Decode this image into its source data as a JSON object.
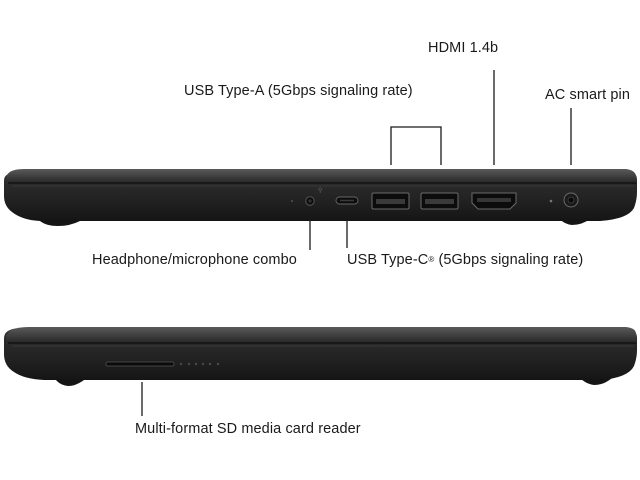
{
  "right_side_view": {
    "labels": {
      "hdmi": "HDMI 1.4b",
      "usb_a": "USB Type-A (5Gbps signaling rate)",
      "ac_pin": "AC smart pin",
      "headphone": "Headphone/microphone combo",
      "usb_c_prefix": "USB Type-C",
      "usb_c_mark": "®",
      "usb_c_suffix": " (5Gbps signaling rate)"
    }
  },
  "left_side_view": {
    "labels": {
      "sd_reader": "Multi-format SD media card reader"
    }
  },
  "colors": {
    "laptop_body": "#2b2b2b",
    "leader_lines": "#1a1a1a",
    "background": "#ffffff"
  }
}
